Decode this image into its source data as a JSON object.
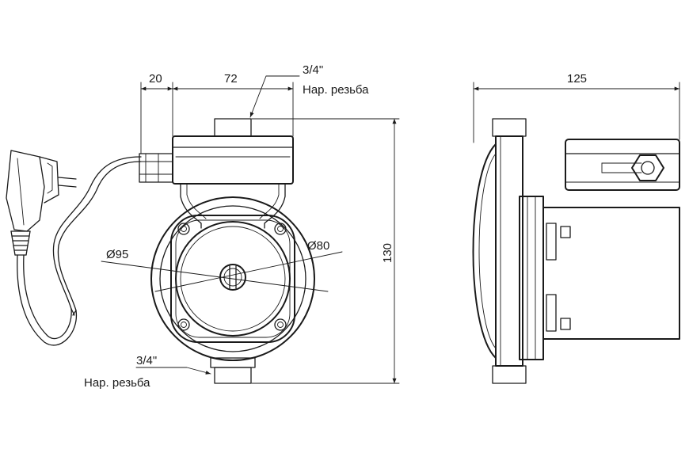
{
  "dimensions": {
    "inlet_offset": "20",
    "body_width": "72",
    "side_depth": "125",
    "height": "130",
    "volute_diameter": "Ø95",
    "rotor_diameter": "Ø80"
  },
  "callouts": {
    "top_thread": "3/4\"",
    "top_thread_type": "Нар. резьба",
    "bottom_thread": "3/4\"",
    "bottom_thread_type": "Нар. резьба"
  }
}
